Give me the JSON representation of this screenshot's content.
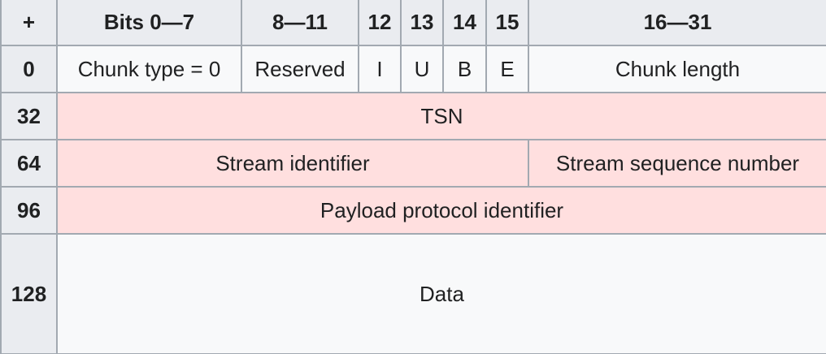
{
  "header": {
    "offset": "+",
    "bits_0_7": "Bits 0—7",
    "bits_8_11": "8—11",
    "bit_12": "12",
    "bit_13": "13",
    "bit_14": "14",
    "bit_15": "15",
    "bits_16_31": "16—31"
  },
  "rows": [
    {
      "offset": "0",
      "chunk_type": "Chunk type = 0",
      "reserved": "Reserved",
      "flag_i": "I",
      "flag_u": "U",
      "flag_b": "B",
      "flag_e": "E",
      "chunk_length": "Chunk length"
    },
    {
      "offset": "32",
      "tsn": "TSN"
    },
    {
      "offset": "64",
      "stream_identifier": "Stream identifier",
      "stream_sequence_number": "Stream sequence number"
    },
    {
      "offset": "96",
      "payload_protocol_identifier": "Payload protocol identifier"
    },
    {
      "offset": "128",
      "data": "Data"
    }
  ],
  "colors": {
    "header_bg": "#eaecf0",
    "cell_bg": "#f8f9fa",
    "highlight_bg": "#ffdfdf",
    "border": "#a2a9b1",
    "text": "#202122"
  }
}
